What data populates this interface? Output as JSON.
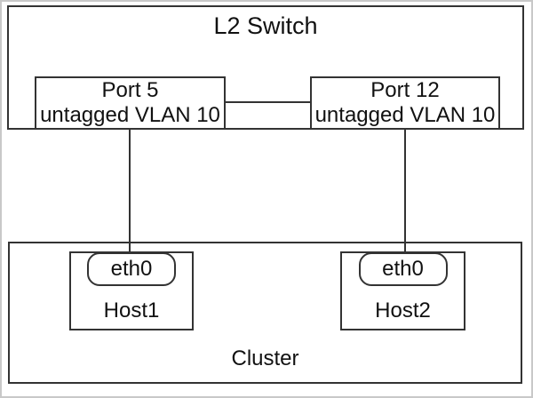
{
  "colors": {
    "border": "#333333",
    "outer_border": "#c8c8c8",
    "background": "#ffffff",
    "text": "#111111"
  },
  "switch": {
    "label": "L2 Switch",
    "ports": [
      {
        "name": "Port 5",
        "vlan": "untagged VLAN 10"
      },
      {
        "name": "Port 12",
        "vlan": "untagged VLAN 10"
      }
    ]
  },
  "cluster": {
    "label": "Cluster",
    "hosts": [
      {
        "name": "Host1",
        "interface": "eth0"
      },
      {
        "name": "Host2",
        "interface": "eth0"
      }
    ]
  }
}
